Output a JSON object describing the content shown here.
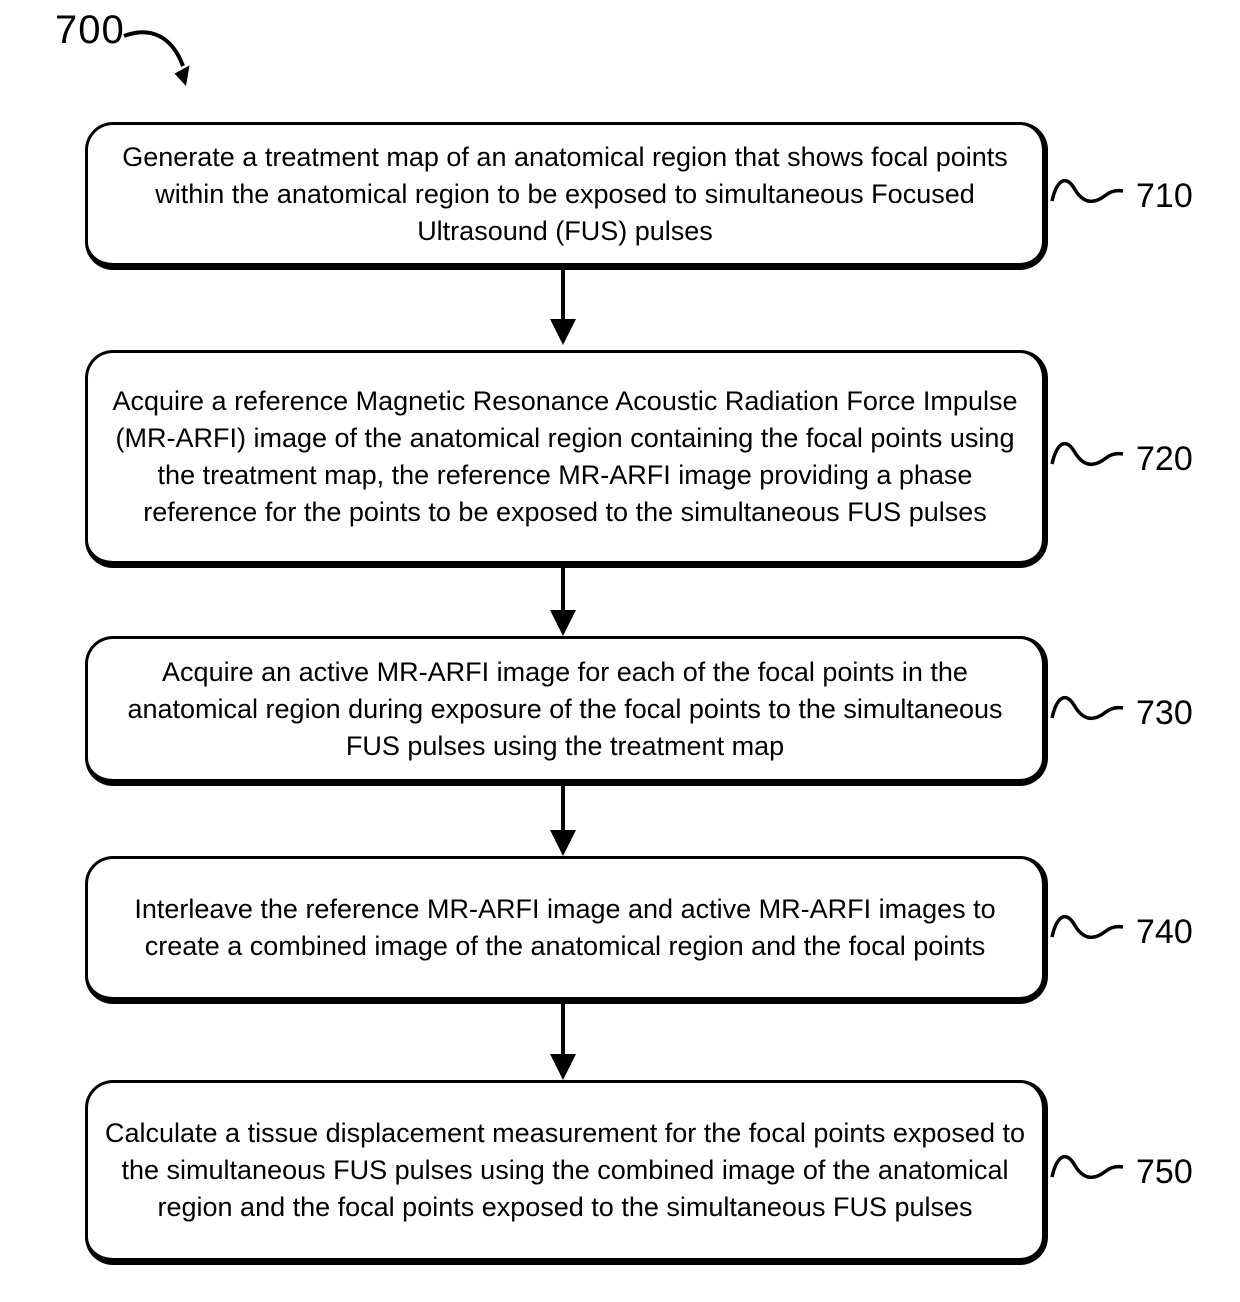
{
  "figure_label": "700",
  "steps": [
    {
      "ref": "710",
      "text": "Generate a treatment map of an anatomical region that shows focal points within the anatomical region to be exposed to simultaneous Focused Ultrasound (FUS) pulses"
    },
    {
      "ref": "720",
      "text": "Acquire a reference Magnetic Resonance Acoustic Radiation Force Impulse (MR-ARFI) image of the anatomical region containing the focal points using the treatment map, the reference MR-ARFI image providing a phase reference for the points to be exposed to the simultaneous FUS pulses"
    },
    {
      "ref": "730",
      "text": "Acquire an active MR-ARFI image for each of the focal points in the anatomical region during exposure of the focal points to the simultaneous FUS pulses using the treatment map"
    },
    {
      "ref": "740",
      "text": "Interleave the reference MR-ARFI image and active MR-ARFI images to create a combined image of the anatomical region and the focal points"
    },
    {
      "ref": "750",
      "text": "Calculate a tissue displacement measurement for the focal points exposed to the simultaneous FUS pulses using the combined image of the anatomical region and the focal points exposed to the simultaneous FUS pulses"
    }
  ],
  "colors": {
    "ink": "#000000",
    "background": "#ffffff"
  }
}
